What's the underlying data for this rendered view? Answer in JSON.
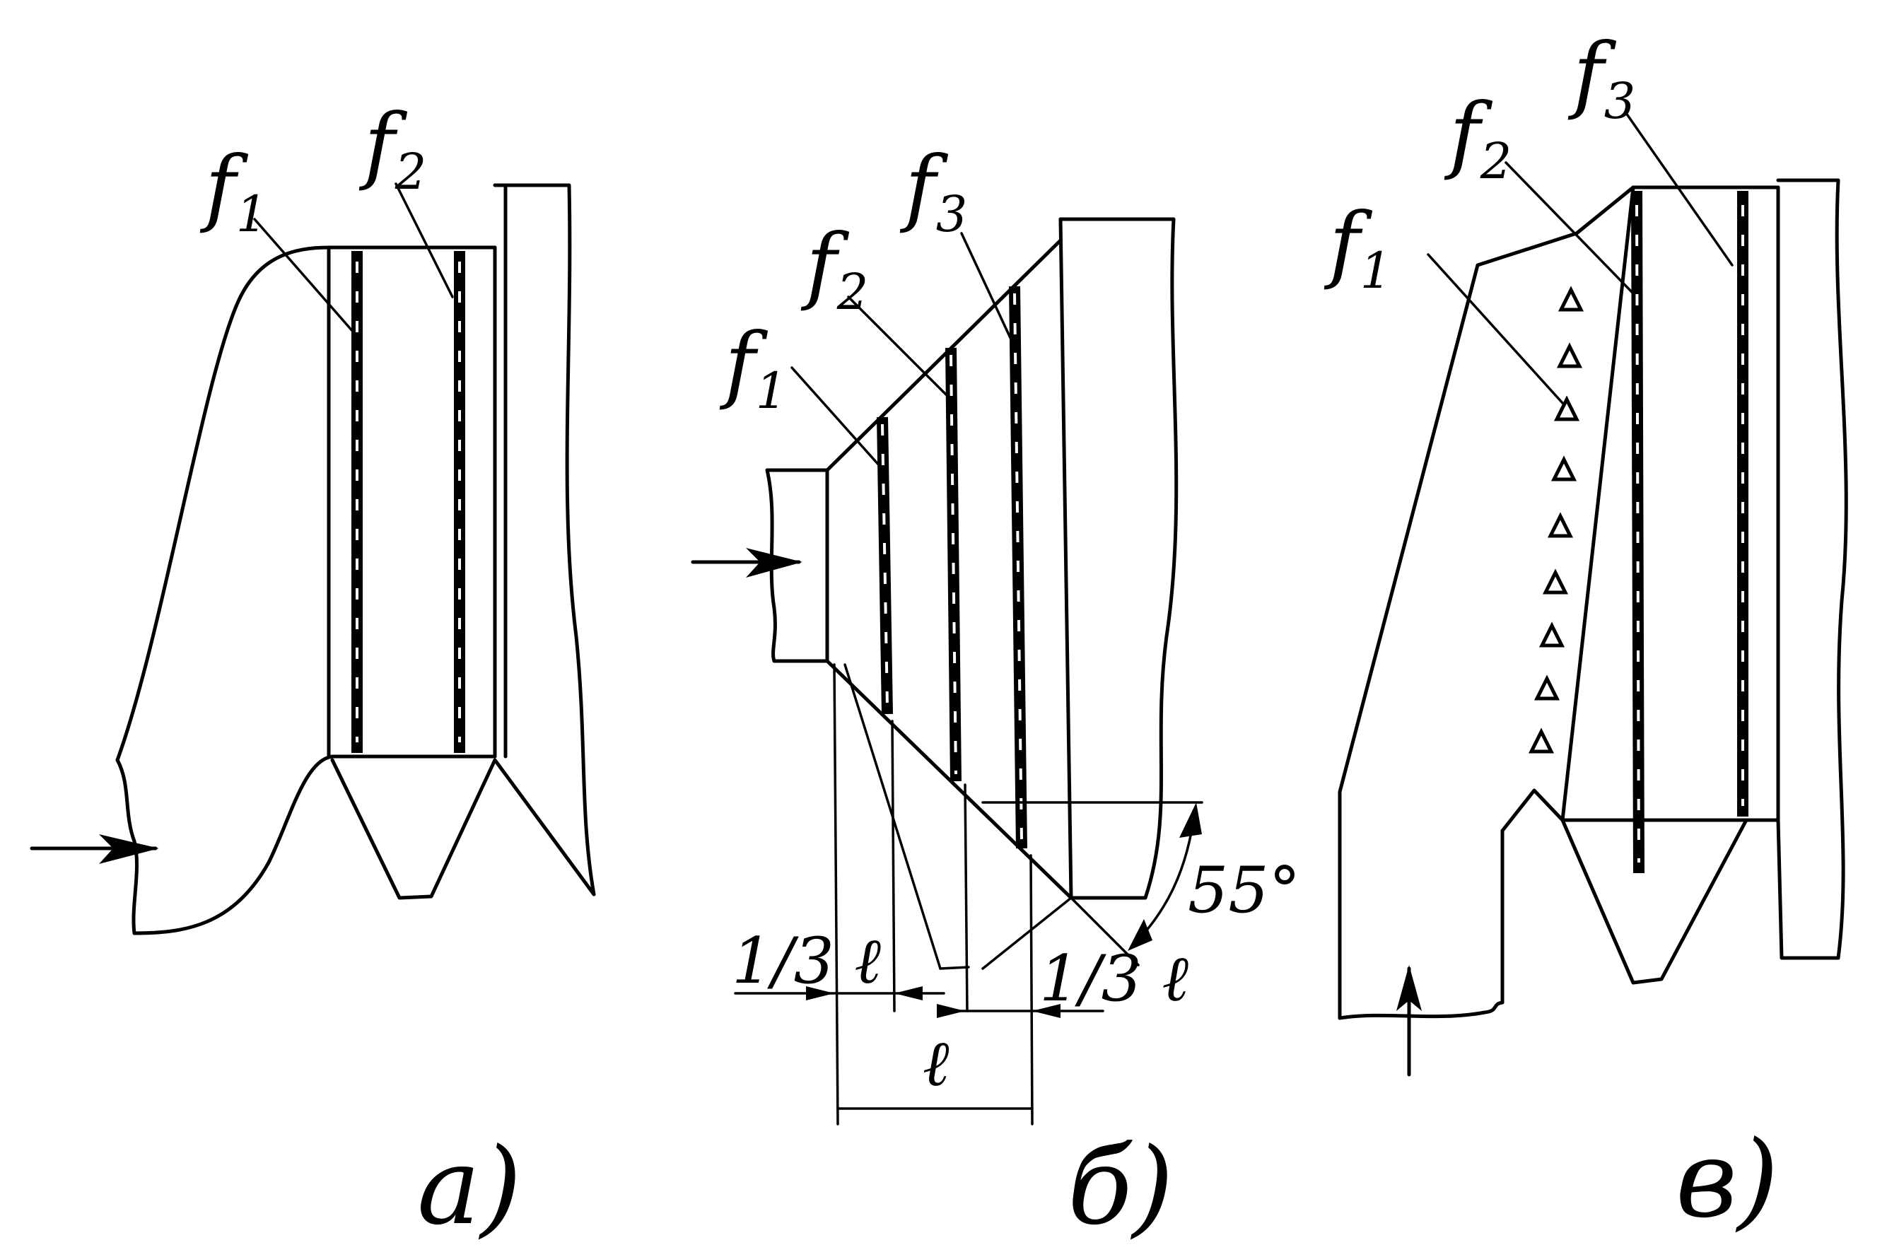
{
  "panels": {
    "a": {
      "caption": "a)",
      "labels": [
        {
          "base": "f",
          "index": "1"
        },
        {
          "base": "f",
          "index": "2"
        }
      ]
    },
    "b": {
      "caption": "б)",
      "labels": [
        {
          "base": "f",
          "index": "1"
        },
        {
          "base": "f",
          "index": "2"
        },
        {
          "base": "f",
          "index": "3"
        }
      ],
      "dimensions": {
        "left_fraction": "1/3 ℓ",
        "right_fraction": "1/3 ℓ",
        "length": "ℓ",
        "angle": "55°"
      }
    },
    "c": {
      "caption": "в)",
      "labels": [
        {
          "base": "f",
          "index": "1"
        },
        {
          "base": "f",
          "index": "2"
        },
        {
          "base": "f",
          "index": "3"
        }
      ]
    }
  }
}
